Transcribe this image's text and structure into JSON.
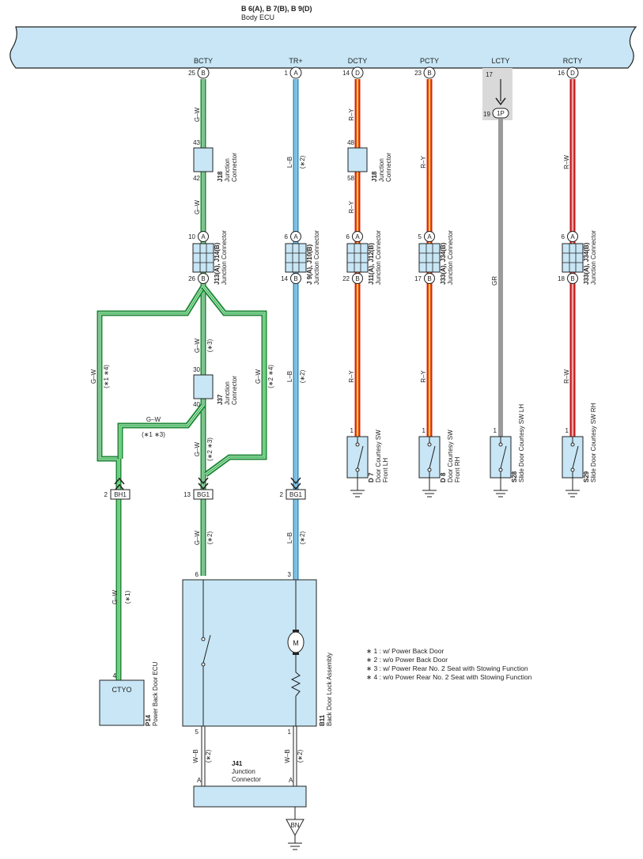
{
  "header": {
    "codes": "B 6(A), B 7(B), B 9(D)",
    "name": "Body ECU"
  },
  "pins": [
    {
      "label": "BCTY",
      "num": "25",
      "conn": "B"
    },
    {
      "label": "TR+",
      "num": "1",
      "conn": "A"
    },
    {
      "label": "DCTY",
      "num": "14",
      "conn": "D"
    },
    {
      "label": "PCTY",
      "num": "23",
      "conn": "B"
    },
    {
      "label": "LCTY",
      "num": "17",
      "conn": ""
    },
    {
      "label": "RCTY",
      "num": "16",
      "conn": "D"
    }
  ],
  "lcty_connector": {
    "num": "19",
    "label": "1P"
  },
  "wires": {
    "gw": "G–W",
    "lb": "L–B",
    "ry": "R–Y",
    "rw": "R–W",
    "gr": "GR",
    "wb": "W–B",
    "note_1": "(∗1)",
    "note_2": "(∗2)",
    "note_3": "(∗3)",
    "note_13": "(∗1 ∗3)",
    "note_14": "(∗1 ∗4)",
    "note_23": "(∗2 ∗3)",
    "note_24": "(∗2 ∗4)"
  },
  "junctions": {
    "j18_bctY": {
      "code": "J18",
      "name1": "Junction",
      "name2": "Connector",
      "top": "43",
      "bottom": "42"
    },
    "j18_dcty": {
      "code": "J18",
      "name1": "Junction",
      "name2": "Connector",
      "top": "48",
      "bottom": "58"
    },
    "j13": {
      "code": "J13(A), J14(B)",
      "name": "Junction Connector",
      "top": "10",
      "top_c": "A",
      "bottom": "26",
      "bottom_c": "B"
    },
    "j9": {
      "code": "J 9(A), J10(B)",
      "name": "Junction Connector",
      "top": "6",
      "top_c": "A",
      "bottom": "14",
      "bottom_c": "B"
    },
    "j11": {
      "code": "J11(A), J12(B)",
      "name": "Junction Connector",
      "top": "6",
      "top_c": "A",
      "bottom": "22",
      "bottom_c": "B"
    },
    "j33a": {
      "code": "J33(A), J34(B)",
      "name": "Junction Connector",
      "top": "5",
      "top_c": "A",
      "bottom": "17",
      "bottom_c": "B"
    },
    "j33b": {
      "code": "J33(A), J34(B)",
      "name": "Junction Connector",
      "top": "6",
      "top_c": "A",
      "bottom": "18",
      "bottom_c": "B"
    },
    "j37": {
      "code": "J37",
      "name1": "Junction",
      "name2": "Connector",
      "top": "30",
      "bottom": "40"
    },
    "j41": {
      "code": "J41",
      "name1": "Junction",
      "name2": "Connector",
      "left": "A",
      "right": "A"
    }
  },
  "connectors": {
    "bh1": {
      "num": "2",
      "label": "BH1"
    },
    "bg1_left": {
      "num": "13",
      "label": "BG1"
    },
    "bg1_right": {
      "num": "2",
      "label": "BG1"
    },
    "bn": "BN"
  },
  "switches": [
    {
      "pin": "1",
      "code": "D 7",
      "name1": "Door Courtesy SW",
      "name2": "Front LH"
    },
    {
      "pin": "1",
      "code": "D 8",
      "name1": "Door Courtesy SW",
      "name2": "Front RH"
    },
    {
      "pin": "1",
      "code": "S28",
      "name1": "Slide Door Courtesy SW LH",
      "name2": ""
    },
    {
      "pin": "1",
      "code": "S29",
      "name1": "Slide Door Courtesy SW RH",
      "name2": ""
    }
  ],
  "p14": {
    "code": "P14",
    "name": "Power Back Door ECU",
    "pin": "4",
    "label": "CTYO"
  },
  "b11": {
    "code": "B11",
    "name": "Back Door Lock Assembly",
    "pin_top_left": "6",
    "pin_top_right": "3",
    "pin_bottom_left": "5",
    "pin_bottom_right": "1",
    "motor": "M"
  },
  "notes": [
    "∗ 1 : w/ Power Back Door",
    "∗ 2 : w/o Power Back Door",
    "∗ 3 : w/ Power Rear No. 2 Seat with Stowing Function",
    "∗ 4 : w/o Power Rear No. 2 Seat with Stowing Function"
  ],
  "colors": {
    "ecu_fill": "#c8e6f5",
    "green": "#2db84a",
    "blue": "#3aa6dd",
    "red": "#e02020",
    "yellow": "#f2d21a",
    "gray": "#9a9a9a"
  }
}
